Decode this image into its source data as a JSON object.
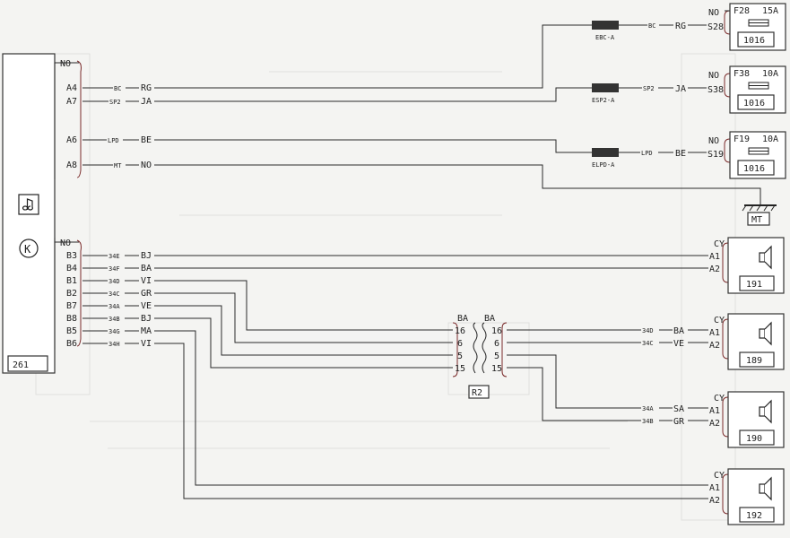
{
  "unit261": {
    "number": "261",
    "upper_ground": "NO",
    "lower_ground": "NO",
    "upper_pins": [
      {
        "pin": "A4",
        "code": "BC",
        "color": "RG"
      },
      {
        "pin": "A7",
        "code": "SP2",
        "color": "JA"
      },
      {
        "pin": "A6",
        "code": "LPD",
        "color": "BE"
      },
      {
        "pin": "A8",
        "code": "MT",
        "color": "NO"
      }
    ],
    "lower_pins": [
      {
        "pin": "B3",
        "code": "34E",
        "color": "BJ"
      },
      {
        "pin": "B4",
        "code": "34F",
        "color": "BA"
      },
      {
        "pin": "B1",
        "code": "34D",
        "color": "VI"
      },
      {
        "pin": "B2",
        "code": "34C",
        "color": "GR"
      },
      {
        "pin": "B7",
        "code": "34A",
        "color": "VE"
      },
      {
        "pin": "B8",
        "code": "34B",
        "color": "BJ"
      },
      {
        "pin": "B5",
        "code": "34G",
        "color": "MA"
      },
      {
        "pin": "B6",
        "code": "34H",
        "color": "VI"
      }
    ],
    "icons": [
      "music-note-icon",
      "radio-k-icon"
    ]
  },
  "shunts": [
    {
      "label": "EBC-A",
      "code": "BC",
      "color": "RG"
    },
    {
      "label": "ESP2-A",
      "code": "SP2",
      "color": "JA"
    },
    {
      "label": "ELPD-A",
      "code": "LPD",
      "color": "BE"
    }
  ],
  "fuses": [
    {
      "ground": "NO",
      "fuse": "F28",
      "rating": "15A",
      "slot": "S28",
      "box": "1016"
    },
    {
      "ground": "NO",
      "fuse": "F38",
      "rating": "10A",
      "slot": "S38",
      "box": "1016"
    },
    {
      "ground": "NO",
      "fuse": "F19",
      "rating": "10A",
      "slot": "S19",
      "box": "1016"
    }
  ],
  "ground_label": "MT",
  "connector_r2": {
    "label": "R2",
    "left_header": "BA",
    "right_header": "BA",
    "pins": [
      "16",
      "6",
      "5",
      "15"
    ]
  },
  "speakers": [
    {
      "number": "191",
      "header": "CY",
      "pins": [
        "A1",
        "A2"
      ],
      "codes": [],
      "colors": []
    },
    {
      "number": "189",
      "header": "CY",
      "pins": [
        "A1",
        "A2"
      ],
      "codes": [
        "34D",
        "34C"
      ],
      "colors": [
        "BA",
        "VE"
      ]
    },
    {
      "number": "190",
      "header": "CY",
      "pins": [
        "A1",
        "A2"
      ],
      "codes": [
        "34A",
        "34B"
      ],
      "colors": [
        "SA",
        "GR"
      ]
    },
    {
      "number": "192",
      "header": "CY",
      "pins": [
        "A1",
        "A2"
      ],
      "codes": [],
      "colors": []
    }
  ],
  "colors": {
    "wire": "#2a2a2a",
    "wire_tint": "#7a2a2a",
    "shunt": "#333333"
  }
}
